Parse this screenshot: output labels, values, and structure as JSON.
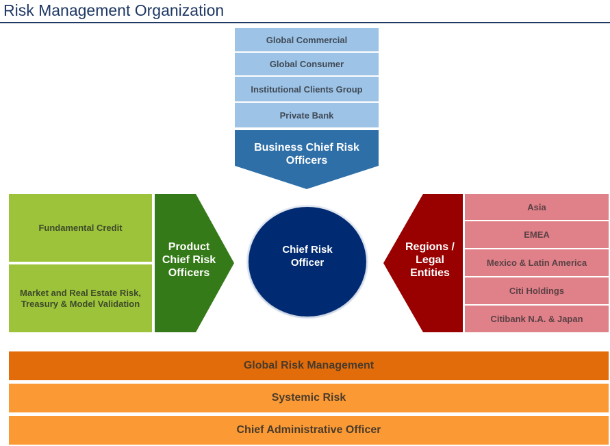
{
  "title": "Risk Management Organization",
  "colors": {
    "title": "#1f3864",
    "business_boxes": "#9dc3e6",
    "business_arrow": "#2e6fa8",
    "product_boxes": "#9dc33b",
    "product_arrow": "#357a18",
    "region_boxes": "#e08088",
    "region_arrow": "#990000",
    "center_circle": "#002b72",
    "global_risk_bar": "#e36c0a",
    "other_bars": "#fb9a35"
  },
  "business": {
    "units": [
      "Global Commercial",
      "Global Consumer",
      "Institutional Clients Group",
      "Private Bank"
    ],
    "arrow_label": "Business Chief Risk Officers"
  },
  "product": {
    "units": [
      "Fundamental Credit",
      "Market and Real Estate Risk, Treasury & Model Validation"
    ],
    "arrow_label": "Product Chief Risk Officers"
  },
  "regions": {
    "units": [
      "Asia",
      "EMEA",
      "Mexico & Latin America",
      "Citi Holdings",
      "Citibank N.A. & Japan"
    ],
    "arrow_label": "Regions / Legal Entities"
  },
  "center": {
    "label": "Chief Risk Officer"
  },
  "bottom_bars": [
    "Global Risk Management",
    "Systemic Risk",
    "Chief Administrative Officer"
  ]
}
